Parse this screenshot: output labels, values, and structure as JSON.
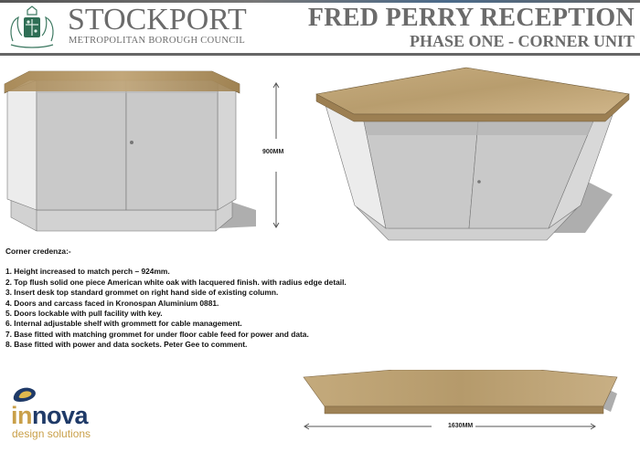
{
  "header": {
    "org_name": "STOCKPORT",
    "org_subtitle": "METROPOLITAN BOROUGH COUNCIL",
    "project_title": "FRED PERRY RECEPTION",
    "project_subtitle": "PHASE ONE - CORNER UNIT"
  },
  "drawings": {
    "front_view_height_label": "900MM",
    "worktop_width_label": "1630MM"
  },
  "notes": {
    "heading": "Corner credenza:-",
    "items": [
      "1. Height increased to match perch – 924mm.",
      "2. Top flush solid one piece American white oak with lacquered finish. with radius edge detail.",
      "3. Insert desk top standard grommet on right hand side of existing column.",
      "4. Doors and carcass faced in Kronospan Aluminium 0881.",
      "5. Doors lockable with pull facility with key.",
      "6. Internal adjustable shelf with grommett for cable management.",
      "7. Base fitted with matching grommet for under floor cable feed for power and data.",
      "8. Base fitted with power and data sockets. Peter Gee to comment."
    ]
  },
  "footer_logo": {
    "brand_in": "in",
    "brand_nova": "nova",
    "tagline": "design solutions"
  },
  "colors": {
    "header_text": "#6b6b6b",
    "oak": "#b89d6e",
    "carcass": "#c9c9c9",
    "logo_gold": "#c9a04a",
    "logo_navy": "#1f3a68"
  }
}
